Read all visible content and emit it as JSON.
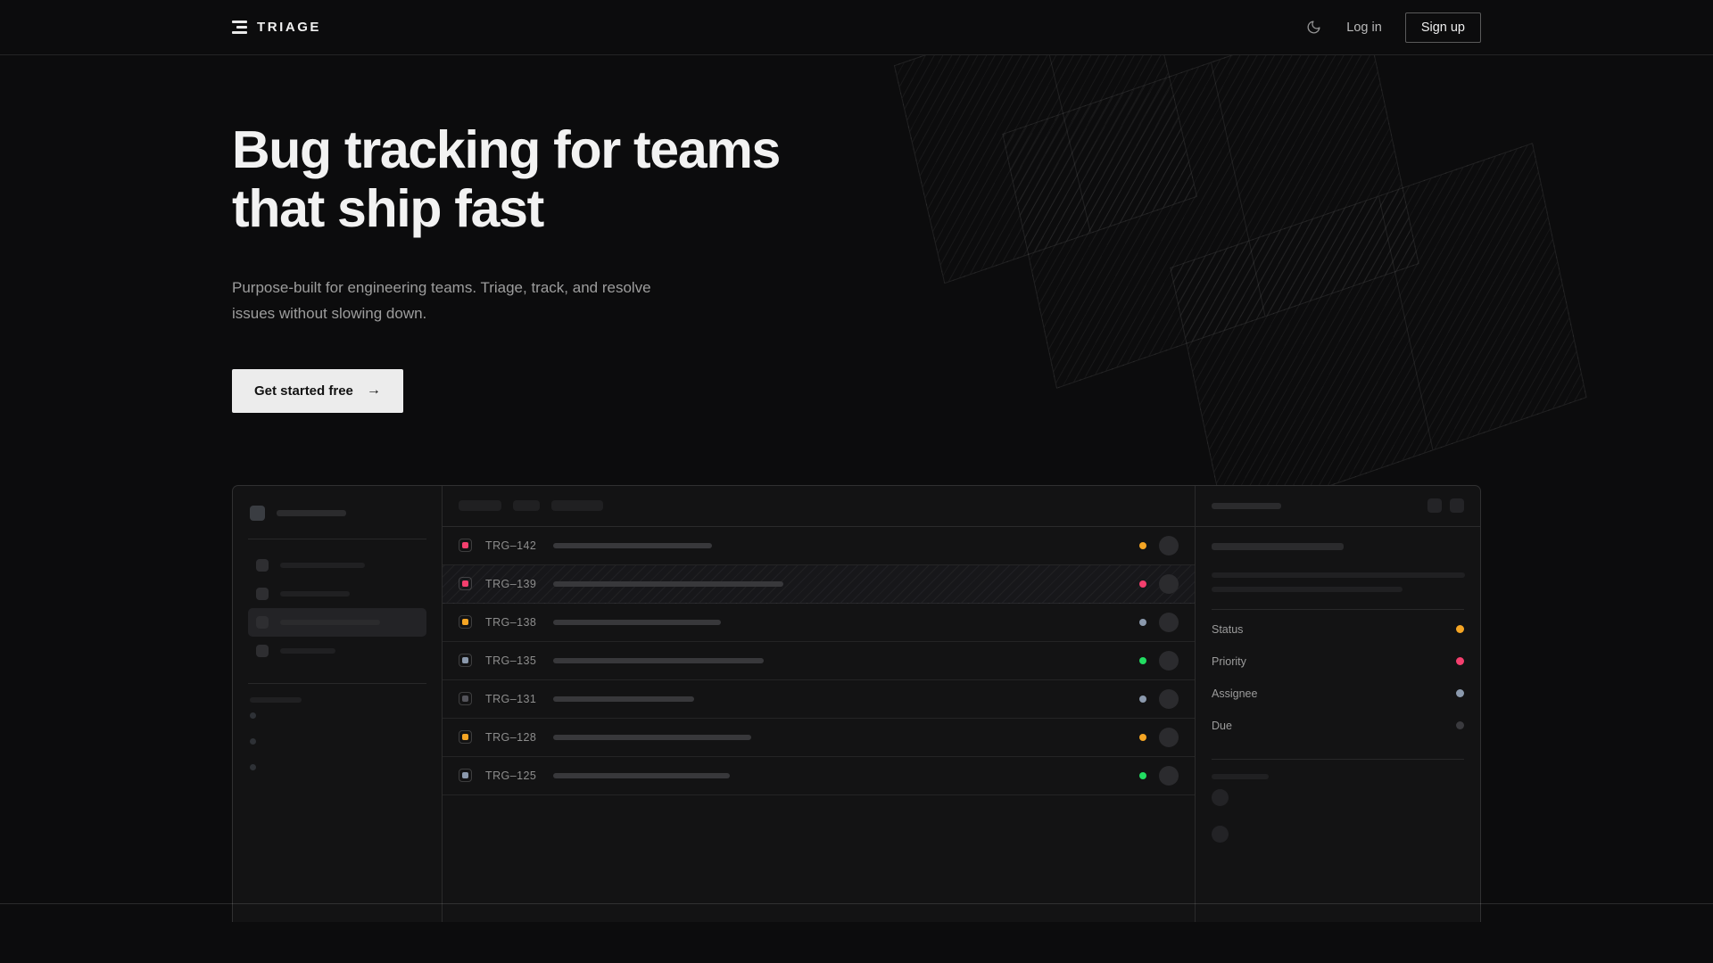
{
  "brand": {
    "name": "TRIAGE",
    "logo_icon": "stacked-bars-icon"
  },
  "nav": {
    "theme_toggle_icon": "moon-icon",
    "login_label": "Log in",
    "signup_label": "Sign up"
  },
  "hero": {
    "title_line1": "Bug tracking for teams",
    "title_line2": "that ship fast",
    "subtitle": "Purpose-built for engineering teams. Triage, track, and resolve issues without slowing down.",
    "cta_label": "Get started free",
    "cta_arrow": "→"
  },
  "colors": {
    "page_bg": "#0c0c0d",
    "surface": "#131314",
    "accent_pink": "#f43f6e",
    "accent_amber": "#f5a524",
    "accent_green": "#22dd62",
    "accent_slate": "#8b99ad",
    "accent_gray": "#53535a",
    "cta_bg": "#ececec",
    "text_primary": "#f2f2f2",
    "text_muted": "#9d9d9d"
  },
  "mockup": {
    "sidebar": {
      "items": [
        {
          "name": "nav-item-1",
          "active": false,
          "width": 95
        },
        {
          "name": "nav-item-2",
          "active": false,
          "width": 78
        },
        {
          "name": "nav-item-3",
          "active": true,
          "width": 112
        },
        {
          "name": "nav-item-4",
          "active": false,
          "width": 62
        }
      ],
      "section_label_width": 58,
      "mini_items": 3
    },
    "toolbar": {
      "pills": [
        48,
        30,
        58
      ]
    },
    "rows": [
      {
        "id": "TRG–142",
        "priority_color": "#f43f6e",
        "status_color": "#f5a524",
        "title_width": 178,
        "selected": false
      },
      {
        "id": "TRG–139",
        "priority_color": "#f43f6e",
        "status_color": "#f43f6e",
        "title_width": 258,
        "selected": true
      },
      {
        "id": "TRG–138",
        "priority_color": "#f5a524",
        "status_color": "#8b99ad",
        "title_width": 188,
        "selected": false
      },
      {
        "id": "TRG–135",
        "priority_color": "#8b99ad",
        "status_color": "#22dd62",
        "title_width": 236,
        "selected": false
      },
      {
        "id": "TRG–131",
        "priority_color": "#53535a",
        "status_color": "#8b99ad",
        "title_width": 158,
        "selected": false
      },
      {
        "id": "TRG–128",
        "priority_color": "#f5a524",
        "status_color": "#f5a524",
        "title_width": 222,
        "selected": false
      },
      {
        "id": "TRG–125",
        "priority_color": "#8b99ad",
        "status_color": "#22dd62",
        "title_width": 198,
        "selected": false
      }
    ],
    "detail": {
      "header_title_width": 78,
      "header_buttons": [
        "detail-action-1",
        "detail-action-2"
      ],
      "summary_width": 148,
      "desc_widths": [
        284,
        214
      ],
      "meta": [
        {
          "label": "Status",
          "color": "#f5a524"
        },
        {
          "label": "Priority",
          "color": "#f43f6e"
        },
        {
          "label": "Assignee",
          "color": "#8b99ad"
        },
        {
          "label": "Due",
          "color": "#3a3a3e"
        }
      ],
      "comments_label_width": 64,
      "comments": 2
    }
  }
}
